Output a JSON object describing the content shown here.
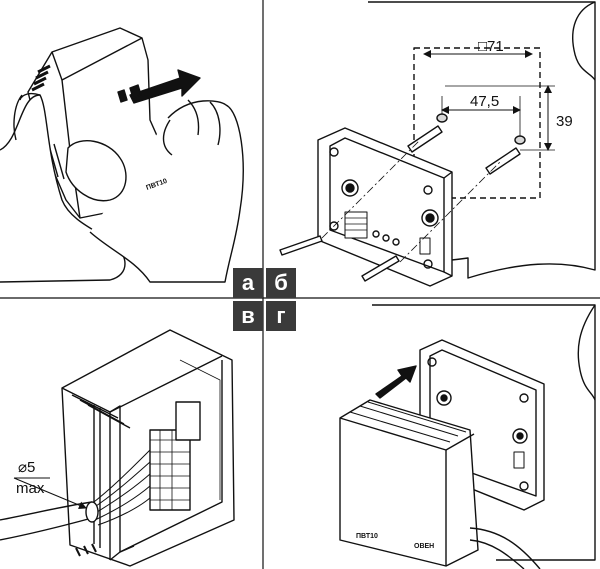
{
  "panels": {
    "a": {
      "letter": "а",
      "device_label": "ПВТ10"
    },
    "b": {
      "letter": "б",
      "dim_outer": "□71",
      "dim_inner": "47,5",
      "dim_vertical": "39"
    },
    "v": {
      "letter": "в",
      "cable_diameter": "⌀5",
      "cable_max": "max"
    },
    "g": {
      "letter": "г",
      "device_label": "ПВТ10",
      "brand": "ОВЕН"
    }
  },
  "colors": {
    "line": "#111111",
    "badge_bg": "#3a3a3a",
    "badge_text": "#ffffff",
    "shade": "#d8d8d8"
  }
}
